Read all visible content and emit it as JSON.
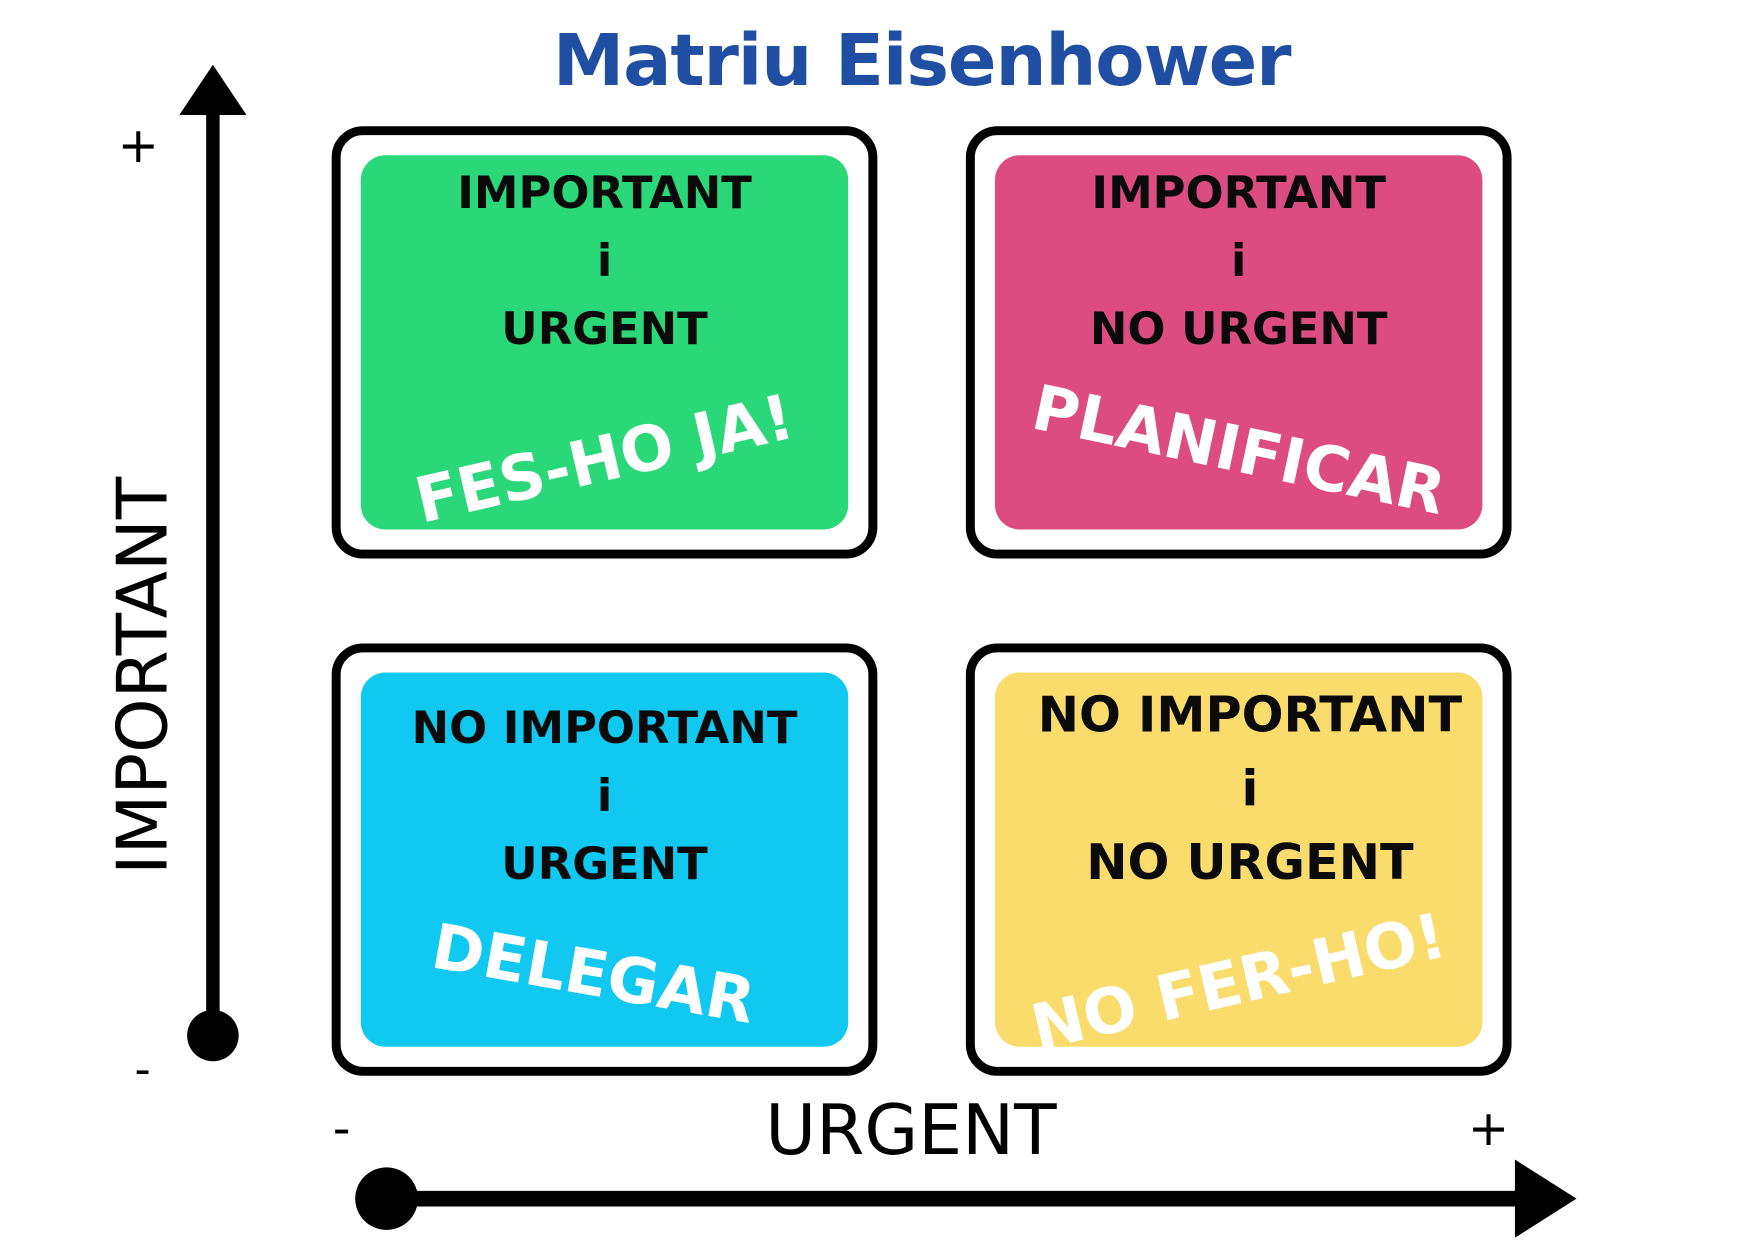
{
  "title": "Matriu Eisenhower",
  "y_axis": {
    "label": "IMPORTANT",
    "plus": "+",
    "minus": "-"
  },
  "x_axis": {
    "label": "URGENT",
    "plus": "+",
    "minus": "-"
  },
  "quadrants": [
    {
      "line1": "IMPORTANT",
      "line2": "i",
      "line3": "URGENT",
      "action": "FES-HO JA!",
      "color": "#2ad87a"
    },
    {
      "line1": "IMPORTANT",
      "line2": "i",
      "line3": "NO URGENT",
      "action": "PLANIFICAR",
      "color": "#dd4c80"
    },
    {
      "line1": "NO IMPORTANT",
      "line2": "i",
      "line3": "URGENT",
      "action": "DELEGAR",
      "color": "#10c8f0"
    },
    {
      "line1": "NO IMPORTANT",
      "line2": "i",
      "line3": "NO URGENT",
      "action": "NO FER-HO!",
      "color": "#f9dc6b"
    }
  ]
}
